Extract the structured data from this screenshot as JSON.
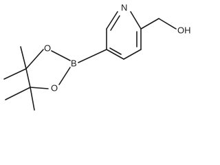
{
  "molecule": {
    "atoms": {
      "N": "N",
      "OH": "OH",
      "B": "B",
      "O_top": "O",
      "O_bottom": "O"
    }
  }
}
